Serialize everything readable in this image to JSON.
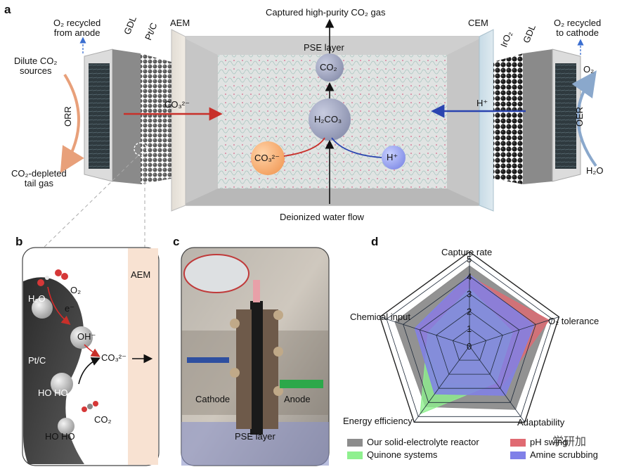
{
  "panels": {
    "a": "a",
    "b": "b",
    "c": "c",
    "d": "d"
  },
  "panel_a": {
    "title_top": "Captured high-purity CO₂ gas",
    "pse_layer": "PSE layer",
    "deionized": "Deionized water flow",
    "aem": "AEM",
    "cem": "CEM",
    "gdl_left": "GDL",
    "ptc": "Pt/C",
    "iro2": "IrO₂",
    "gdl_right": "GDL",
    "o2_recycled_from": "O₂ recycled\nfrom anode",
    "o2_recycled_to": "O₂ recycled\nto cathode",
    "dilute_co2": "Dilute CO₂\nsources",
    "co2_depleted": "CO₂-depleted\ntail gas",
    "orr": "ORR",
    "oer": "OER",
    "o2": "O₂",
    "h2o": "H₂O",
    "co3_arrow": "CO₃²⁻",
    "h_arrow": "H⁺",
    "co2_bubble": "CO₂",
    "h2co3_bubble": "H₂CO₃",
    "co3_bubble": "CO₃²⁻",
    "h_bubble": "H⁺"
  },
  "panel_b": {
    "aem": "AEM",
    "o2": "O₂",
    "h2o": "H₂O",
    "e": "e⁻",
    "oh": "OH⁻",
    "co3": "CO₃²⁻",
    "ptc": "Pt/C",
    "ho_ho": "HO HO",
    "co2": "CO₂",
    "ho_ho2": "HO HO"
  },
  "panel_c": {
    "cathode": "Cathode",
    "anode": "Anode",
    "pse_layer": "PSE layer"
  },
  "chart_data": {
    "type": "radar",
    "axes": [
      "Capture rate",
      "O₂ tolerance",
      "Adaptability",
      "Energy efficiency",
      "Chemical input"
    ],
    "ticks": [
      "0",
      "1",
      "2",
      "3",
      "4",
      "5"
    ],
    "rmax": 5,
    "series": [
      {
        "name": "Our solid-electrolyte reactor",
        "color": "#8c8c8c",
        "values": [
          4.6,
          4.7,
          4.5,
          4.3,
          4.5
        ]
      },
      {
        "name": "pH swing",
        "color": "#e06a72",
        "values": [
          4.0,
          4.8,
          3.0,
          2.5,
          3.2
        ]
      },
      {
        "name": "Quinone systems",
        "color": "#8ff08f",
        "values": [
          3.3,
          2.6,
          2.6,
          4.8,
          2.5
        ]
      },
      {
        "name": "Amine scrubbing",
        "color": "#8080e8",
        "values": [
          4.1,
          3.9,
          3.5,
          3.4,
          3.3
        ]
      }
    ],
    "legend_visible_labels": [
      "Our solid-electrolyte reactor",
      "pH swing",
      "Quinone systems",
      "Amine scrubbing"
    ],
    "watermark": "学研加"
  }
}
